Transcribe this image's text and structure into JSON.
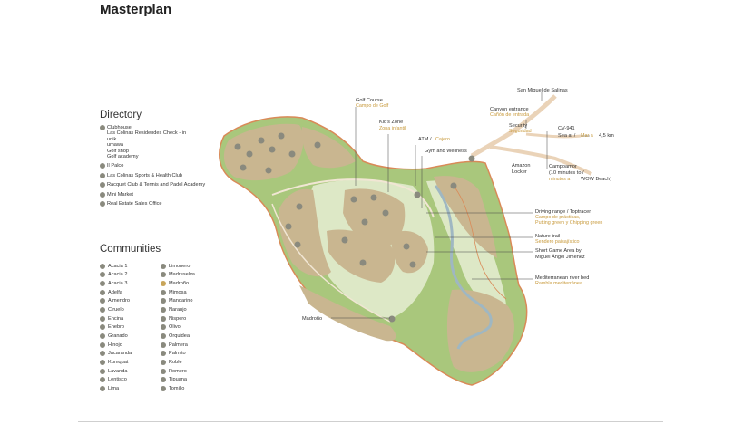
{
  "title": "Masterplan",
  "directory": {
    "heading": "Directory",
    "items": [
      {
        "label": "Clubhouse",
        "sub": [
          "Las Colinas Residendes Check - in",
          "unik",
          "umawa",
          "Golf shop",
          "Golf academy"
        ]
      },
      {
        "label": "Il Palco",
        "sub": []
      },
      {
        "label": "Las Colinas Sports & Health Club",
        "sub": []
      },
      {
        "label": "Racquet Club & Tennis and Padel Academy",
        "sub": []
      },
      {
        "label": "Mini Market",
        "sub": []
      },
      {
        "label": "Real Estate Sales Office",
        "sub": []
      }
    ]
  },
  "communities": {
    "heading": "Communities",
    "col1": [
      "Acacia 1",
      "Acacia 2",
      "Acacia 3",
      "Adelfa",
      "Almendro",
      "Ciruelo",
      "Encina",
      "Enebro",
      "Granado",
      "Hinojo",
      "Jacaranda",
      "Kumquat",
      "Lavanda",
      "Lentisco",
      "Lima"
    ],
    "col2": [
      "Limonero",
      "Madreselva",
      "Madroño",
      "Mimosa",
      "Mandarino",
      "Naranjo",
      "Nispero",
      "Olivo",
      "Orquidea",
      "Palmera",
      "Palmito",
      "Roble",
      "Romero",
      "Tipuana",
      "Tomillo"
    ],
    "highlighted": "Madroño"
  },
  "map_labels": {
    "golf_course": "Golf Course",
    "golf_course_es": "Campo de Golf",
    "kids_zone": "Kid's Zone",
    "kids_zone_es": "Zona infantil",
    "atm": "ATM /",
    "atm_es": "Cajero",
    "gym": "Gym and Wellness",
    "san_miguel": "San Miguel de Salinas",
    "canyon": "Canyon entrance",
    "canyon_es": "Cañón de entrada",
    "security": "Security",
    "security_es": "Seguridad",
    "cv941": "CV-941",
    "sea_at": "Sea at /",
    "sea_at_es": "Mar a",
    "distance": "4,5 km",
    "amazon": "Amazon",
    "locker": "Locker",
    "campoamor": "Campoamor",
    "campoamor_time": "(10 minutes to /",
    "campoamor_es": "minutos a",
    "wow_beach": "WOW Beach)",
    "driving_range": "Driving range / Toptracer",
    "driving_range_es1": "Campo de prácticas,",
    "driving_range_es2": "Putting green y Chipping green",
    "nature_trail": "Nature trail",
    "nature_trail_es": "Sendero paisajístico",
    "short_game": "Short Game Area by",
    "short_game2": "Miguel Ángel Jiménez",
    "river_bed": "Mediterranean river bed",
    "river_bed_es": "Rambla mediterránea",
    "madrono": "Madroño"
  },
  "colors": {
    "plot": "#c9b690",
    "green": "#a9c77c",
    "light_green": "#dde8c6",
    "road": "#ead3b8",
    "river": "#9fb7c2",
    "boundary": "#d98a58",
    "accent": "#c89a3c"
  }
}
